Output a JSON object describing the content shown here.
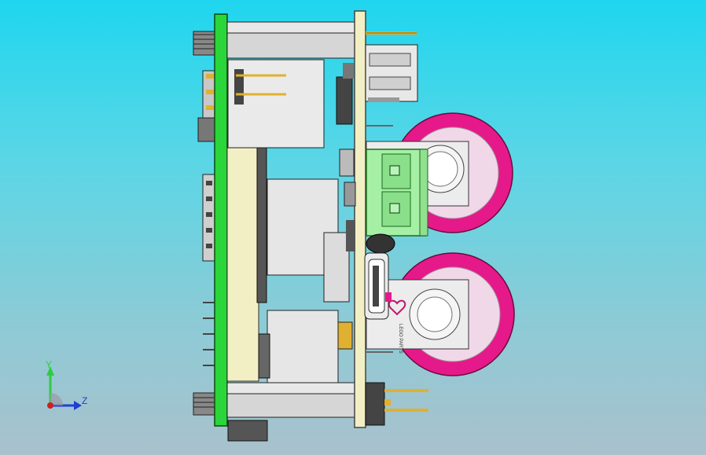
{
  "viewport": {
    "background_top": "#1fd6ee",
    "background_bottom": "#a9c1cc"
  },
  "model": {
    "pcb_green": "#2bd63a",
    "board_cream": "#f3efc4",
    "cap_magenta": "#e6198a",
    "cap_light": "#f0d8e8",
    "terminal_green": "#a6f0a6",
    "metal_gray": "#d9d9d9",
    "pin_gold": "#e0b030",
    "dark_part": "#333333",
    "cap_marking": "LEGO\nPARTS"
  },
  "triad": {
    "y_label": "Y",
    "z_label": "Z",
    "y_color": "#2ecc40",
    "z_color": "#1f3fd0",
    "origin_color": "#d01f1f"
  }
}
